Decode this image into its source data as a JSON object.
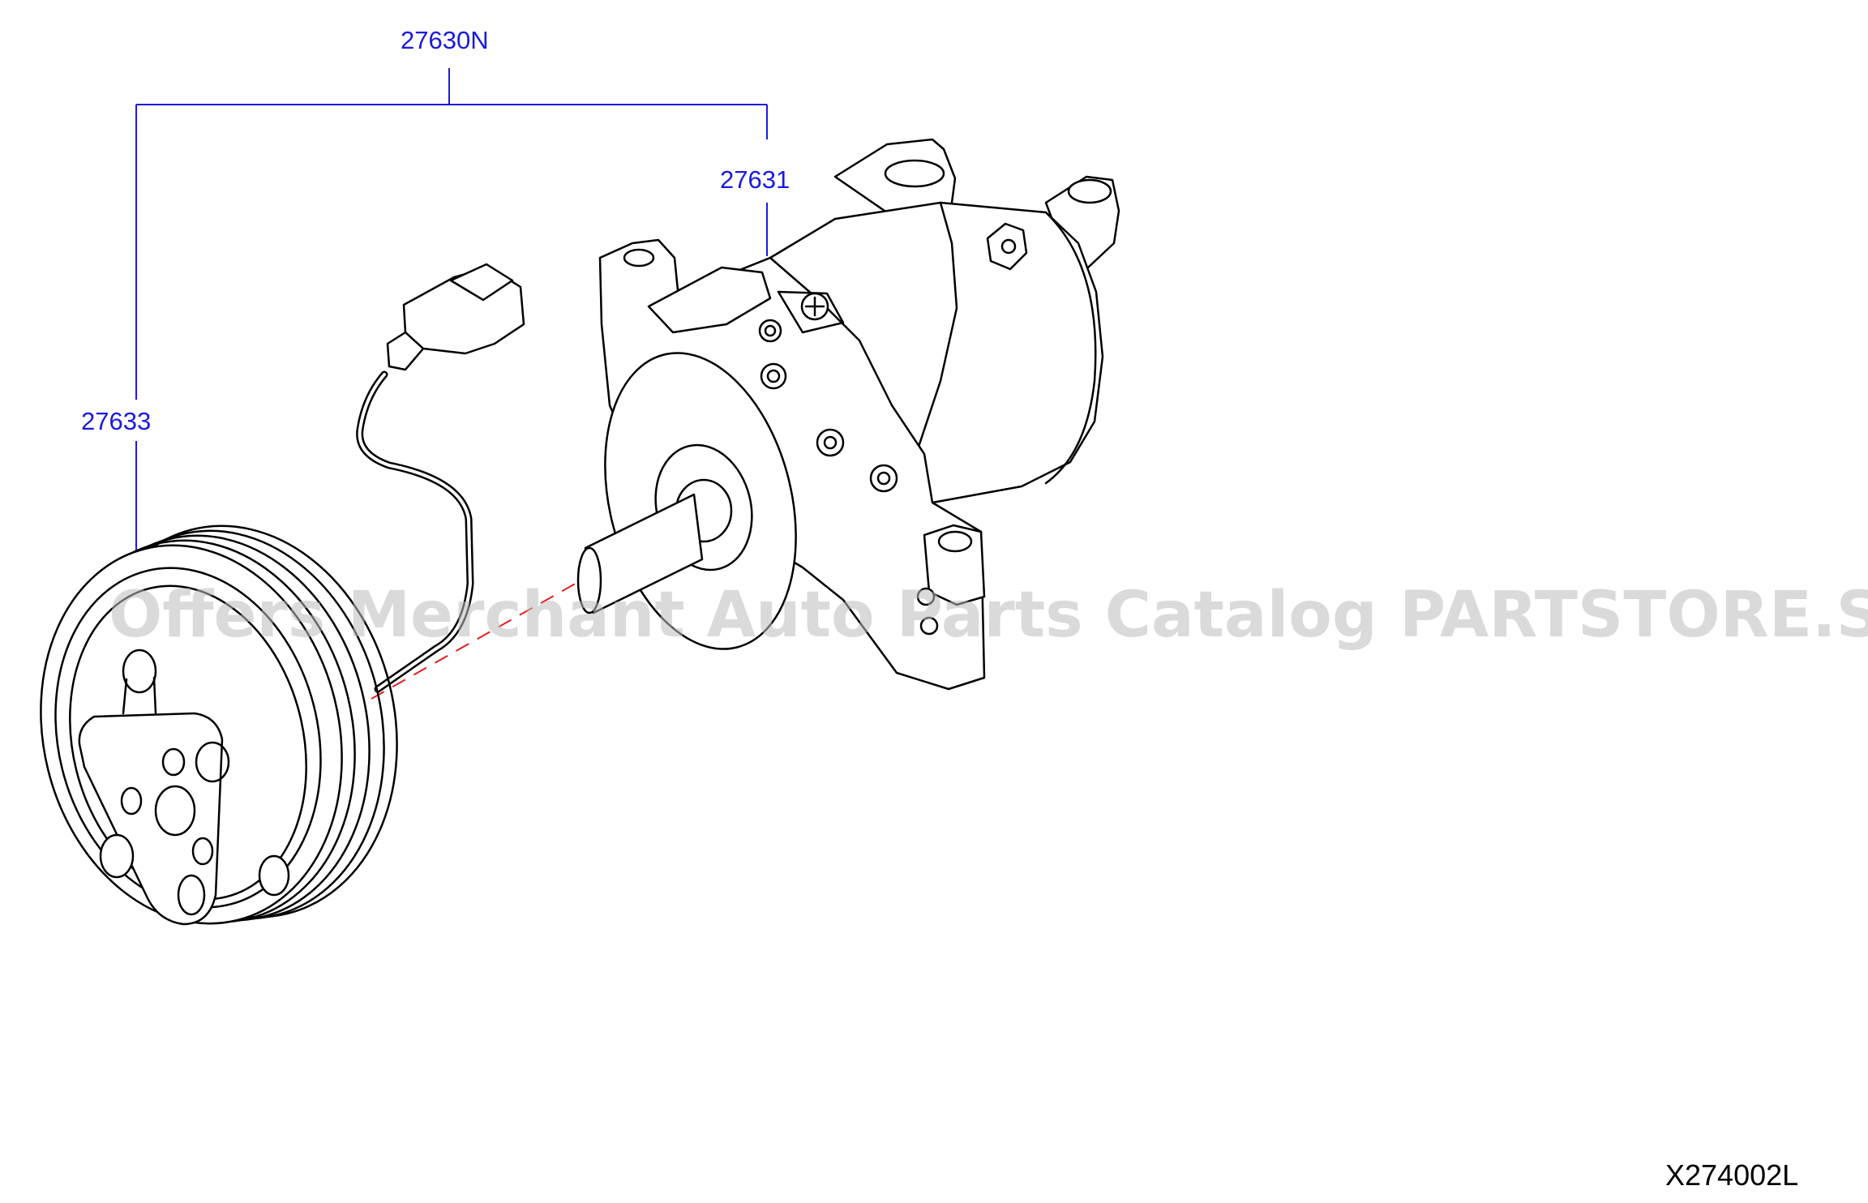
{
  "labels": {
    "assembly": "27630N",
    "compressor": "27631",
    "clutch": "27633"
  },
  "diagram_code": "X274002L",
  "watermark": "Offers Merchant Auto Parts Catalog PARTSTORE.SA",
  "colors": {
    "leader_line": "#1a1ae0",
    "label_text": "#1a1ae0",
    "outline": "#000000",
    "center_line": "#e02020",
    "watermark": "#bdbdbd"
  }
}
